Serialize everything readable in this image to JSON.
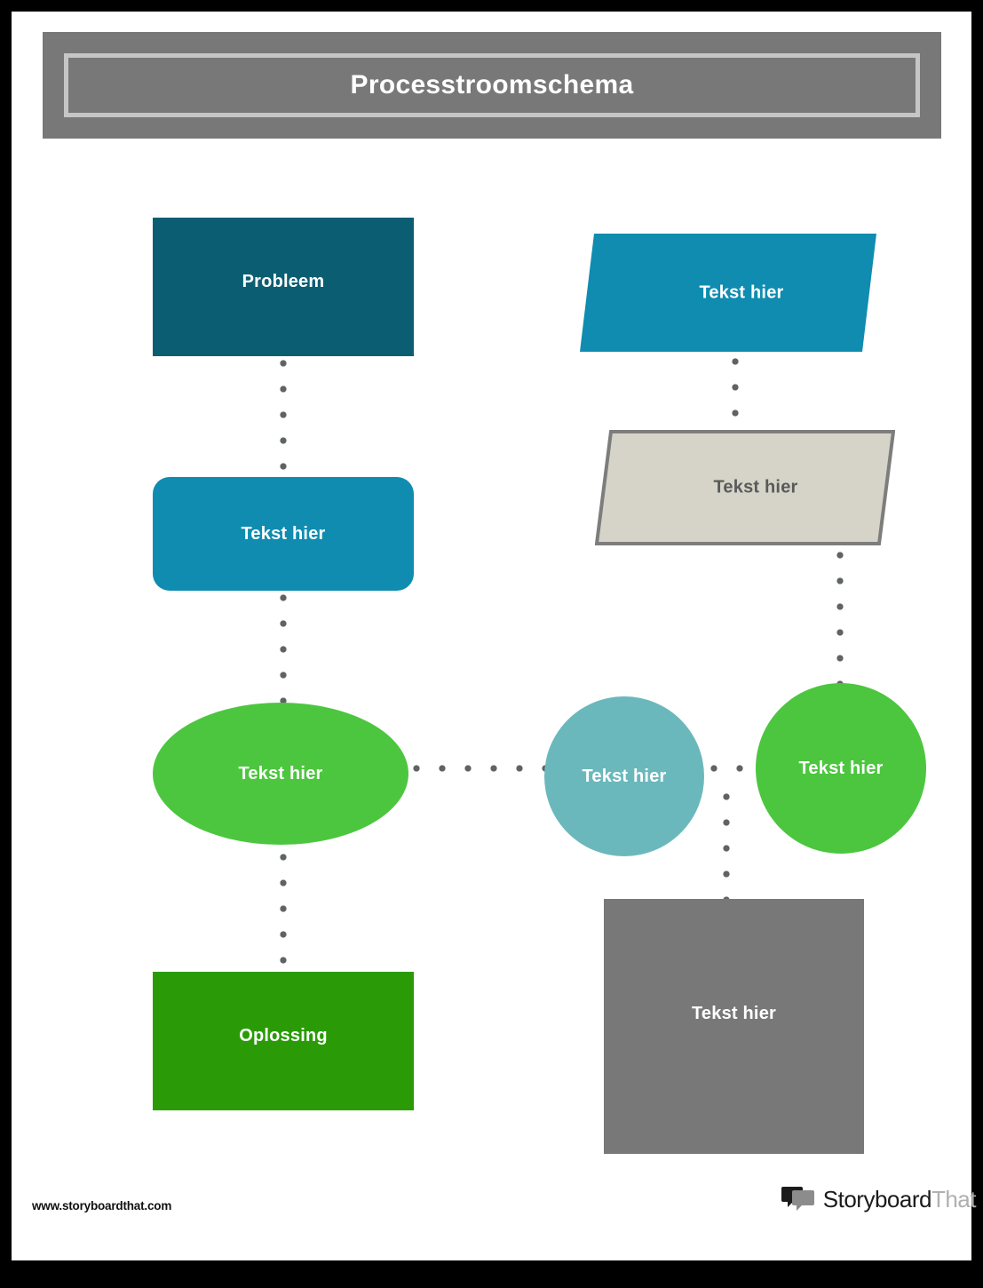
{
  "page": {
    "title": "Processtroomschema",
    "background": "#ffffff",
    "outer_border_color": "#000000"
  },
  "banner": {
    "fill": "#787878",
    "inner_border": "#c6c6c6",
    "title": "Processtroomschema"
  },
  "flowchart": {
    "nodes": [
      {
        "id": "probleem",
        "label": "Probleem",
        "shape": "rectangle",
        "fill": "#0b5e72",
        "text_color": "#ffffff"
      },
      {
        "id": "process-left",
        "label": "Tekst hier",
        "shape": "rounded-rect",
        "fill": "#0f8cb0",
        "text_color": "#ffffff"
      },
      {
        "id": "ellipse-left",
        "label": "Tekst hier",
        "shape": "ellipse",
        "fill": "#4cc63f",
        "text_color": "#ffffff"
      },
      {
        "id": "oplossing",
        "label": "Oplossing",
        "shape": "rectangle",
        "fill": "#2a9b06",
        "text_color": "#ffffff"
      },
      {
        "id": "para-teal",
        "label": "Tekst hier",
        "shape": "parallelogram",
        "fill": "#0f8cb0",
        "text_color": "#ffffff"
      },
      {
        "id": "para-beige",
        "label": "Tekst hier",
        "shape": "parallelogram",
        "fill": "#d6d4c8",
        "stroke": "#7d7d7d",
        "text_color": "#5a5a5a"
      },
      {
        "id": "circle-mid",
        "label": "Tekst hier",
        "shape": "circle",
        "fill": "#6bb8bc",
        "text_color": "#ffffff"
      },
      {
        "id": "circle-right",
        "label": "Tekst hier",
        "shape": "circle",
        "fill": "#4cc63f",
        "text_color": "#ffffff"
      },
      {
        "id": "square-gray",
        "label": "Tekst hier",
        "shape": "square",
        "fill": "#787878",
        "text_color": "#ffffff"
      }
    ],
    "connectors": [
      {
        "from": "probleem",
        "to": "process-left",
        "style": "dotted",
        "orientation": "vertical",
        "color": "#5f6364"
      },
      {
        "from": "process-left",
        "to": "ellipse-left",
        "style": "dotted",
        "orientation": "vertical",
        "color": "#5f6364"
      },
      {
        "from": "ellipse-left",
        "to": "oplossing",
        "style": "dotted",
        "orientation": "vertical",
        "color": "#5f6364"
      },
      {
        "from": "para-teal",
        "to": "para-beige",
        "style": "dotted",
        "orientation": "vertical",
        "color": "#5f6364"
      },
      {
        "from": "para-beige",
        "to": "circle-right",
        "style": "dotted",
        "orientation": "vertical",
        "color": "#5f6364"
      },
      {
        "from": "ellipse-left",
        "to": "circle-mid",
        "style": "dotted",
        "orientation": "horizontal",
        "color": "#5f6364"
      },
      {
        "from": "circle-mid",
        "to": "circle-right",
        "style": "dotted",
        "orientation": "horizontal",
        "color": "#5f6364"
      },
      {
        "from": "circle-mid",
        "to": "square-gray",
        "style": "dotted",
        "orientation": "vertical",
        "color": "#5f6364"
      }
    ]
  },
  "footer": {
    "url": "www.storyboardthat.com",
    "logo": {
      "word_primary": "Storyboard",
      "word_secondary": "That",
      "icon": "speech-bubbles-icon"
    }
  }
}
